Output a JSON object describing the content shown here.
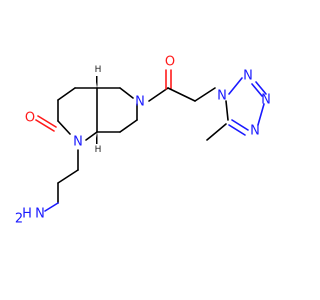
{
  "atoms": {
    "o_lactam": "O",
    "n1_ring": "N",
    "n6_ring": "N",
    "o_acyl": "O",
    "n_tz1": "N",
    "n_tz2": "N",
    "n_tz3": "N",
    "n_tz4": "N",
    "n_amine": "N",
    "h2_amine": "H",
    "sub2_amine": "2",
    "h_4a": "H",
    "h_8a": "H"
  },
  "colors": {
    "nitrogen": "#1a1aff",
    "oxygen": "#ff1a1a",
    "carbon": "#000000"
  }
}
